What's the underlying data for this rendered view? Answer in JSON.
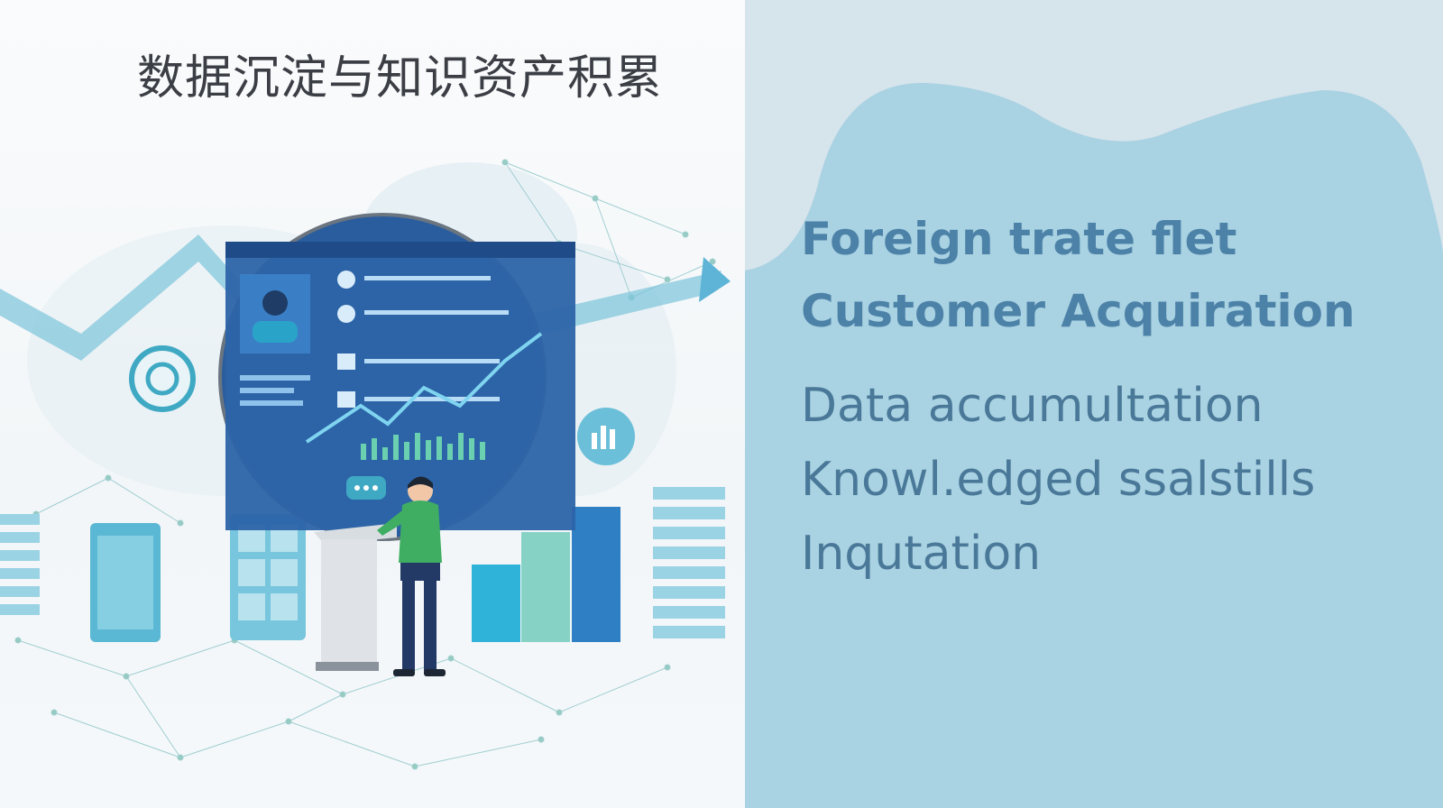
{
  "slide": {
    "title": "数据沉淀与知识资产积累",
    "heading_line1": "Foreign trate flet",
    "heading_line2": "Customer Acquiration",
    "items": [
      "Data accumultation",
      "Knowl.edged ssalstills",
      "Inqutation"
    ]
  },
  "colors": {
    "left_background": "#f4f7f9",
    "right_background": "#d6e4ec",
    "blob": "#a9d2e2",
    "heading": "#4d82a8",
    "items": "#4a7898",
    "title": "#3b3f45"
  },
  "illustration": {
    "subject": "person-analyzing-dashboard-icon",
    "elements": [
      "dashboard-screen-icon",
      "bar-chart-icon",
      "rising-arrow-icon",
      "network-graph-icon",
      "chat-bubble-icon",
      "document-stack-icon"
    ]
  }
}
